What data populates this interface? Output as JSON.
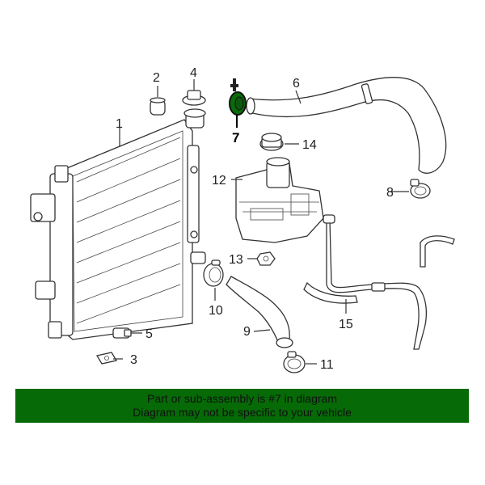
{
  "callouts": {
    "c1": "1",
    "c2": "2",
    "c3": "3",
    "c4": "4",
    "c5": "5",
    "c6": "6",
    "c7": "7",
    "c8": "8",
    "c9": "9",
    "c10": "10",
    "c11": "11",
    "c12": "12",
    "c13": "13",
    "c14": "14",
    "c15": "15"
  },
  "highlight_color": "#0a6b0a",
  "banner": {
    "line1": "Part or sub-assembly is #7 in diagram",
    "line2": "Diagram may not be specific to your vehicle",
    "background": "#066a06"
  }
}
